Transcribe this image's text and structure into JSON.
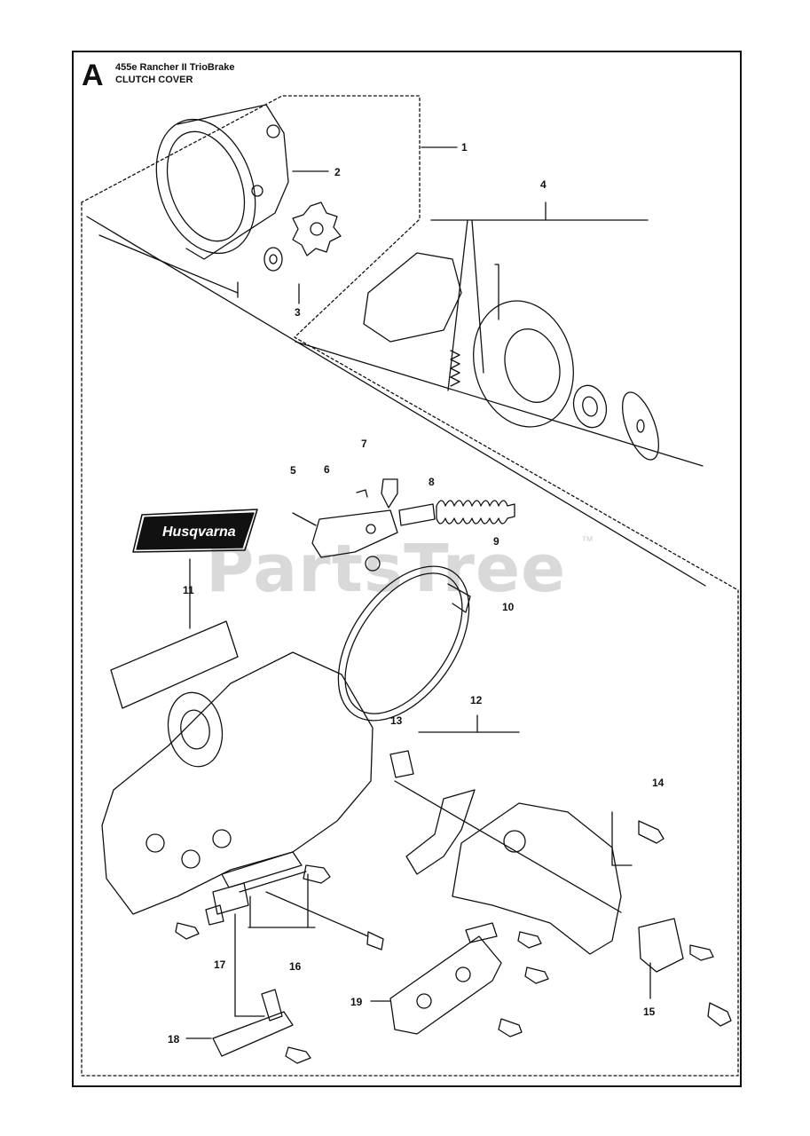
{
  "header": {
    "section_letter": "A",
    "model": "455e Rancher II TrioBrake",
    "section": "CLUTCH COVER"
  },
  "watermark": {
    "text": "PartsTree",
    "tm": "™"
  },
  "logo": {
    "text": "Husqvarna"
  },
  "callouts": [
    "1",
    "2",
    "3",
    "4",
    "5",
    "6",
    "7",
    "8",
    "9",
    "10",
    "11",
    "12",
    "13",
    "14",
    "15",
    "16",
    "17",
    "18",
    "19"
  ],
  "colors": {
    "line": "#111111",
    "watermark": "#d9d9d9"
  }
}
